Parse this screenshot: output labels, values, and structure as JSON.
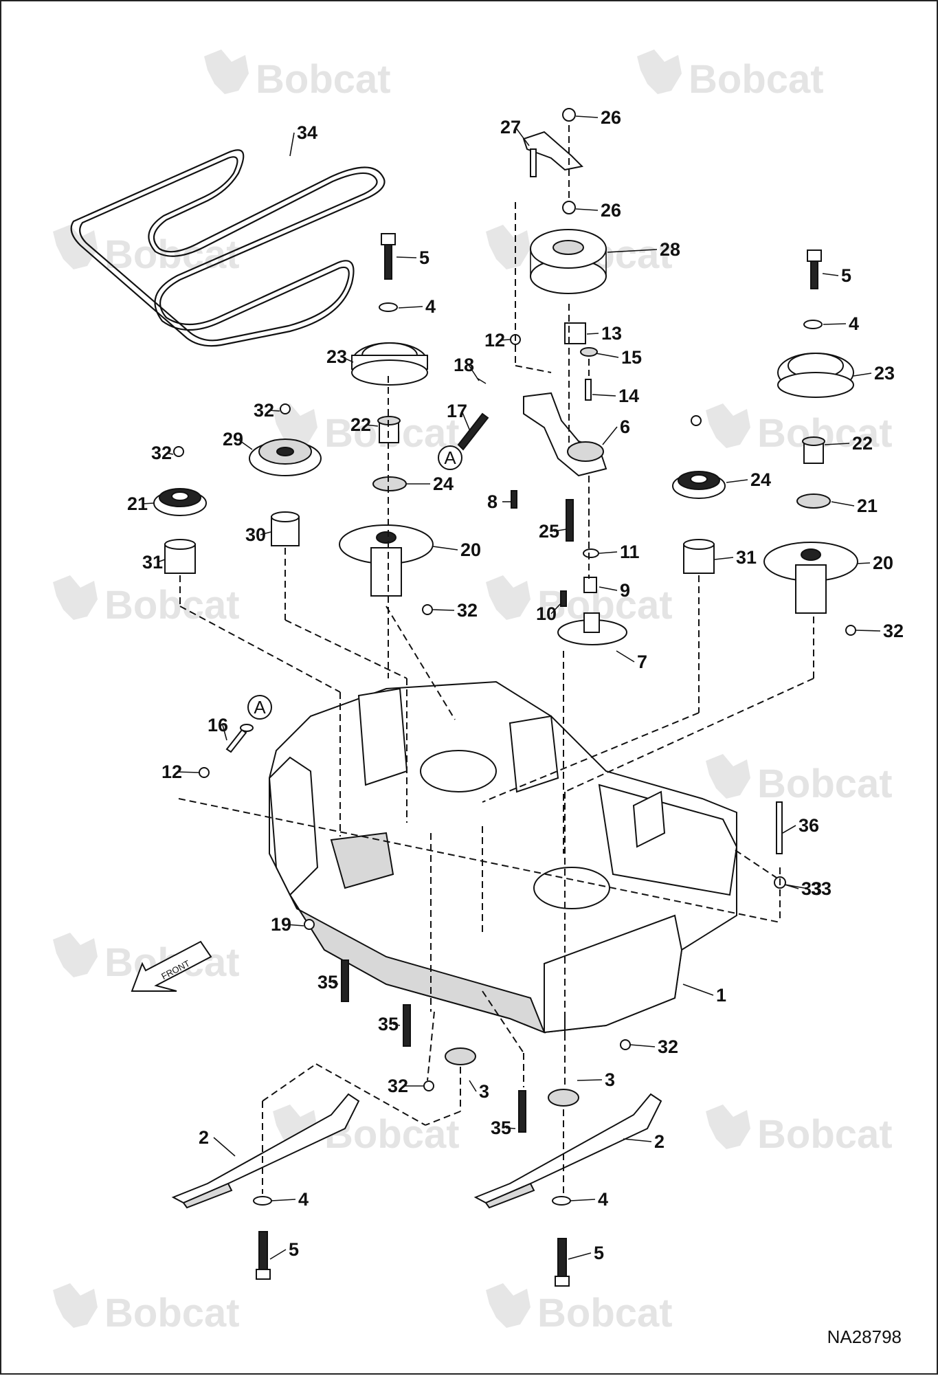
{
  "watermark": {
    "brand": "Bobcat"
  },
  "drawing_number": "NA28798",
  "front_arrow": {
    "label": "FRONT"
  },
  "reference_markers": [
    "A",
    "A"
  ],
  "callouts": [
    "34",
    "27",
    "26",
    "26",
    "28",
    "5",
    "4",
    "23",
    "12",
    "13",
    "15",
    "18",
    "14",
    "17",
    "6",
    "32",
    "22",
    "29",
    "32",
    "24",
    "21",
    "30",
    "31",
    "20",
    "32",
    "8",
    "25",
    "11",
    "9",
    "10",
    "7",
    "24",
    "31",
    "5",
    "4",
    "23",
    "22",
    "21",
    "20",
    "32",
    "16",
    "12",
    "19",
    "35",
    "35",
    "32",
    "3",
    "35",
    "1",
    "33",
    "3",
    "36",
    "33",
    "2",
    "4",
    "5",
    "2",
    "4",
    "5",
    "32"
  ]
}
